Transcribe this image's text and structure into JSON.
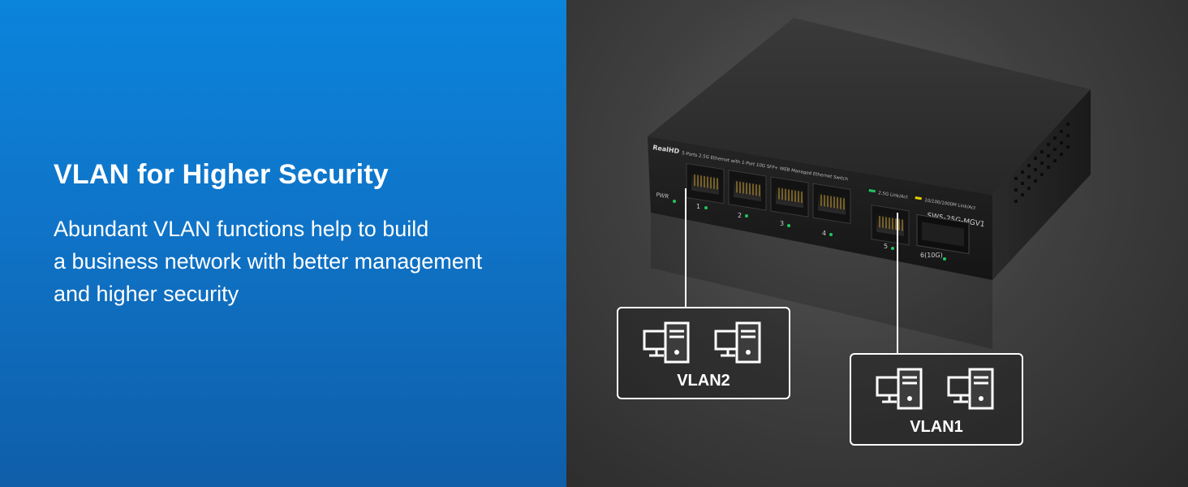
{
  "hero": {
    "title": "VLAN for Higher Security",
    "description_lines": [
      "Abundant VLAN functions help to build",
      "a business network with better management",
      "and higher security"
    ]
  },
  "device": {
    "brand": "RealHD",
    "description": "5-Ports 2.5G Ethernet with 1-Port 10G SFP+ WEB Managed Ethernet Switch",
    "model": "SW5-25G-MGV1",
    "power_label": "PWR",
    "legend": {
      "link_25g": "2.5G Link/Act",
      "link_1000": "10/100/1000M Link/Act"
    },
    "ports": [
      "1",
      "2",
      "3",
      "4",
      "5",
      "6(10G)"
    ]
  },
  "vlans": [
    {
      "label": "VLAN2",
      "computer_icons": [
        "computer-icon",
        "computer-icon"
      ]
    },
    {
      "label": "VLAN1",
      "computer_icons": [
        "computer-icon",
        "computer-icon"
      ]
    }
  ],
  "colors": {
    "left_panel": "#0f74c8",
    "led_green": "#22c55e",
    "led_yellow": "#e5d000"
  }
}
